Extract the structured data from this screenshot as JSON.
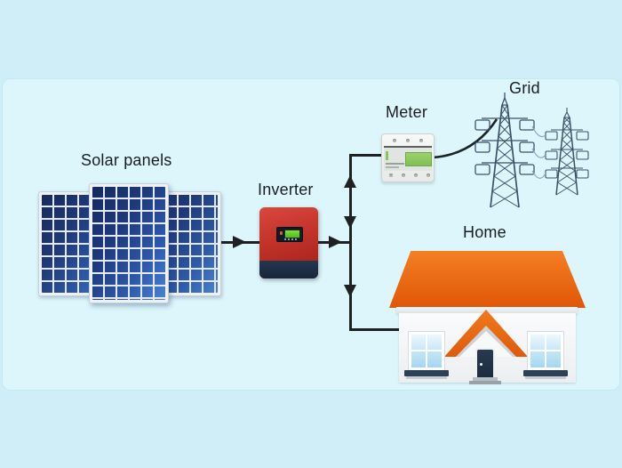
{
  "diagram": {
    "type": "solar-energy-system-flow",
    "nodes": {
      "solar_panels": {
        "label": "Solar panels",
        "icon": "solar-panel-icon"
      },
      "inverter": {
        "label": "Inverter",
        "icon": "inverter-icon"
      },
      "meter": {
        "label": "Meter",
        "icon": "smart-meter-icon"
      },
      "grid": {
        "label": "Grid",
        "icon": "transmission-tower-icon"
      },
      "home": {
        "label": "Home",
        "icon": "house-icon"
      }
    },
    "connections": [
      {
        "from": "solar_panels",
        "to": "inverter",
        "direction": "right"
      },
      {
        "from": "inverter",
        "to": "junction",
        "direction": "right"
      },
      {
        "from": "junction",
        "to": "meter",
        "direction": "bidirectional-vertical"
      },
      {
        "from": "meter",
        "to": "grid",
        "direction": "wire"
      },
      {
        "from": "junction",
        "to": "home",
        "direction": "down"
      }
    ],
    "colors": {
      "background_outer": "#cfeef7",
      "background_card": "#dcf6fc",
      "connector": "#1e2022",
      "panel_blue_dark": "#16285e",
      "panel_blue_light": "#4a83d3",
      "inverter_red": "#c23229",
      "inverter_base_navy": "#1e2d40",
      "inverter_screen_green": "#5fd32a",
      "meter_body": "#eceeec",
      "meter_screen_green": "#8cc763",
      "tower_navy": "#3d5269",
      "roof_orange": "#ed6414",
      "door_navy": "#203448",
      "window_blue": "#a3d7f2",
      "text": "#1a1d21"
    }
  }
}
